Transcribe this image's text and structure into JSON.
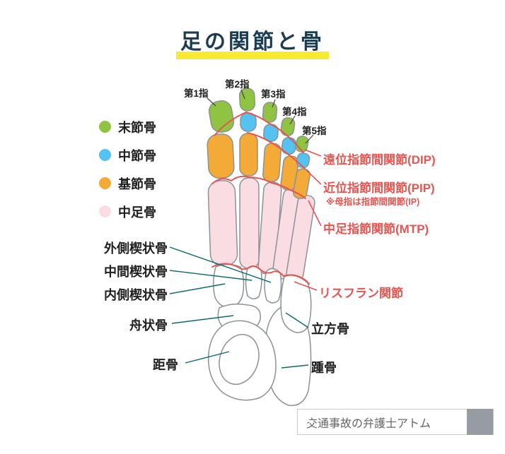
{
  "title": "足の関節と骨",
  "legend": [
    {
      "label": "末節骨",
      "color": "#8fc341"
    },
    {
      "label": "中節骨",
      "color": "#54c3f1"
    },
    {
      "label": "基節骨",
      "color": "#f4aa36"
    },
    {
      "label": "中足骨",
      "color": "#fadce3"
    }
  ],
  "toes": [
    {
      "label": "第1指"
    },
    {
      "label": "第2指"
    },
    {
      "label": "第3指"
    },
    {
      "label": "第4指"
    },
    {
      "label": "第5指"
    }
  ],
  "joints": {
    "dip": "遠位指節間関節(DIP)",
    "pip": "近位指節間関節(PIP)",
    "pip_note": "※母指は指節間関節(IP)",
    "mtp": "中足指節関節(MTP)",
    "lisfranc": "リスフラン関節"
  },
  "bones": {
    "lateral_cuneiform": "外側楔状骨",
    "intermediate_cuneiform": "中間楔状骨",
    "medial_cuneiform": "内側楔状骨",
    "navicular": "舟状骨",
    "talus": "距骨",
    "cuboid": "立方骨",
    "calcaneus": "踵骨"
  },
  "footer": {
    "brand": "交通事故の弁護士アトム",
    "icon": "magnifier-icon"
  },
  "colors": {
    "title_text": "#1b3c52",
    "title_highlight": "#f8e931",
    "joint_label_red": "#e85450",
    "leader_line_teal": "#0d6a6e",
    "distal_phalanx_green": "#8fc341",
    "middle_phalanx_blue": "#54c3f1",
    "proximal_phalanx_orange": "#f4aa36",
    "metatarsal_pink": "#fadce3",
    "bone_outline_gray": "#8b9296"
  }
}
